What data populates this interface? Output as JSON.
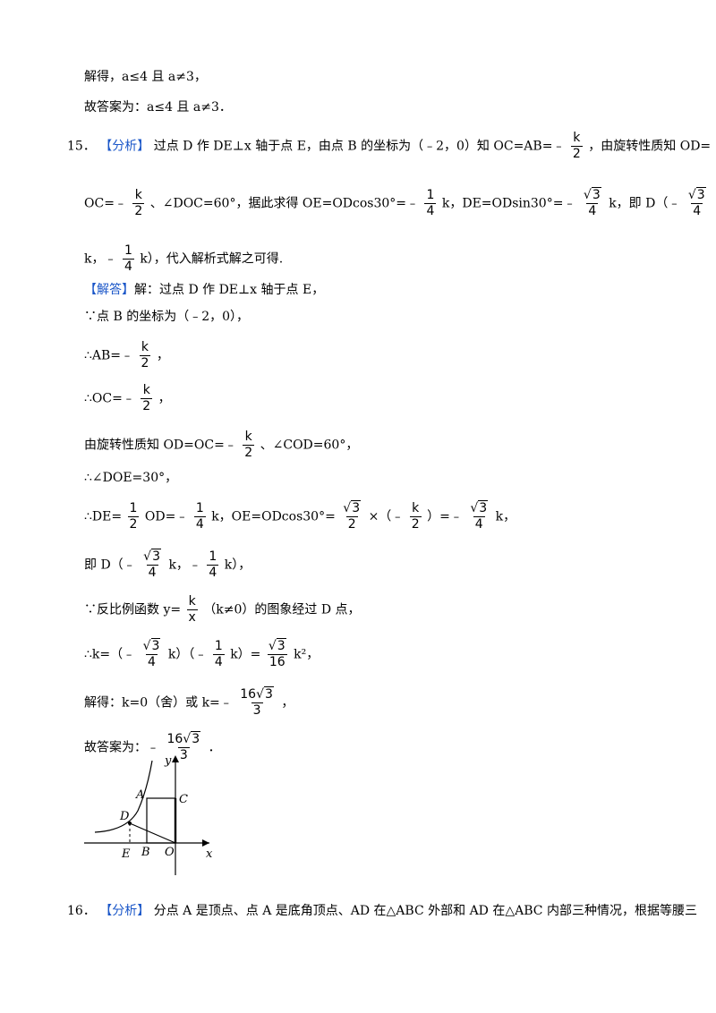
{
  "lines": {
    "l1": "解得，a≤4 且 a≠3，",
    "l2": "故答案为：a≤4 且 a≠3．",
    "q15_num": "15．",
    "fenxi": "【分析】",
    "jieda": "【解答】",
    "q16_num": "16．",
    "q16_text": "分点 A 是顶点、点 A 是底角顶点、AD 在△ABC 外部和 AD 在△ABC 内部三种情况，根据等腰三"
  },
  "q15": {
    "analysis_p1": "过点 D 作 DE⊥x 轴于点 E，由点 B 的坐标为（﹣2，0）知 OC=AB=﹣",
    "analysis_p1_end": "，由旋转性质知 OD=",
    "analysis_p2_a": "OC=﹣",
    "analysis_p2_b": "、∠DOC=60°，据此求得 OE=ODcos30°=﹣",
    "analysis_p2_c": "k，DE=ODsin30°=﹣",
    "analysis_p2_d": "k，即 D（﹣",
    "analysis_p3_a": "k，﹣",
    "analysis_p3_b": "k），代入解析式解之可得.",
    "s1": "解：过点 D 作 DE⊥x 轴于点 E，",
    "s2": "∵点 B 的坐标为（﹣2，0），",
    "s3": "∴AB=﹣",
    "s3_end": "，",
    "s4": "∴OC=﹣",
    "s4_end": "，",
    "s5_a": "由旋转性质知 OD=OC=﹣",
    "s5_b": "、∠COD=60°，",
    "s6": "∴∠DOE=30°，",
    "s7_a": "∴DE=",
    "s7_b": "OD=﹣",
    "s7_c": "k，OE=ODcos30°=",
    "s7_d": "×（﹣",
    "s7_e": "）=﹣",
    "s7_f": "k，",
    "s8_a": "即 D（﹣",
    "s8_b": "k，﹣",
    "s8_c": "k），",
    "s9_a": "∵反比例函数 y=",
    "s9_b": "（k≠0）的图象经过 D 点，",
    "s10_a": "∴k=（﹣",
    "s10_b": "k）（﹣",
    "s10_c": "k）=",
    "s10_d": "k²，",
    "s11_a": "解得：k=0（舍）或 k=﹣",
    "s11_b": "，",
    "s12_a": "故答案为：﹣",
    "s12_b": "．"
  },
  "frac": {
    "k": "k",
    "two": "2",
    "one": "1",
    "four": "4",
    "x": "x",
    "three": "3",
    "sixteen": "16",
    "sqrt3": "3"
  },
  "figure": {
    "labels": {
      "y": "y",
      "x": "x",
      "A": "A",
      "C": "C",
      "D": "D",
      "E": "E",
      "B": "B",
      "O": "O"
    }
  }
}
